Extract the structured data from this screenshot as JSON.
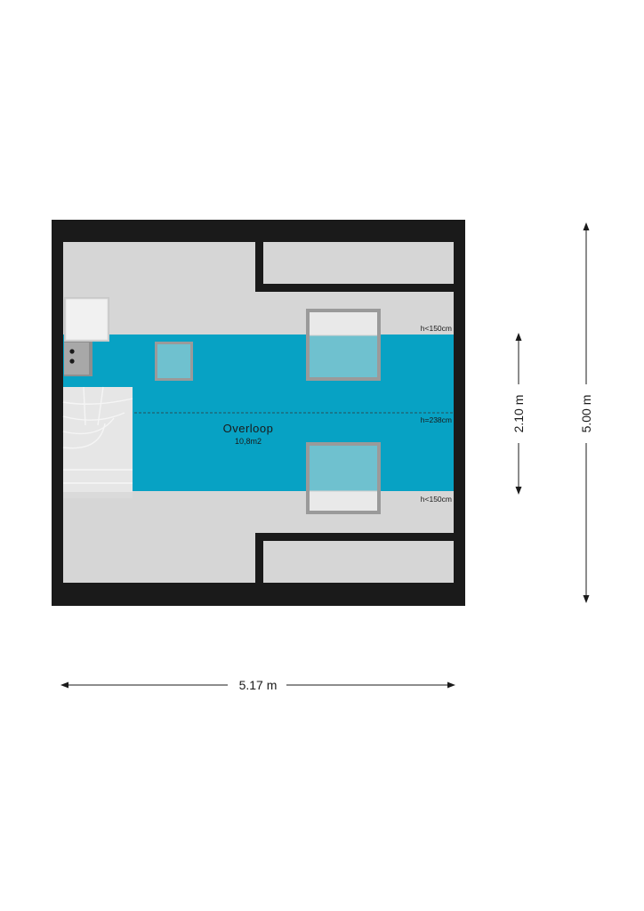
{
  "room": {
    "name": "Overloop",
    "area": "10,8m2"
  },
  "heights": {
    "top": "h<150cm",
    "middle": "h=238cm",
    "bottom": "h<150cm"
  },
  "dimensions": {
    "width": "5.17 m",
    "depth": "5.00 m",
    "headroom_zone": "2.10 m"
  },
  "colors": {
    "wall": "#1a1a1a",
    "floor": "#d6d6d6",
    "headroom_zone": "#07a2c4",
    "skylight_glass": "#6fc1cf",
    "skylight_frame": "#9a9a9a",
    "stair": "#e2e2e2"
  }
}
